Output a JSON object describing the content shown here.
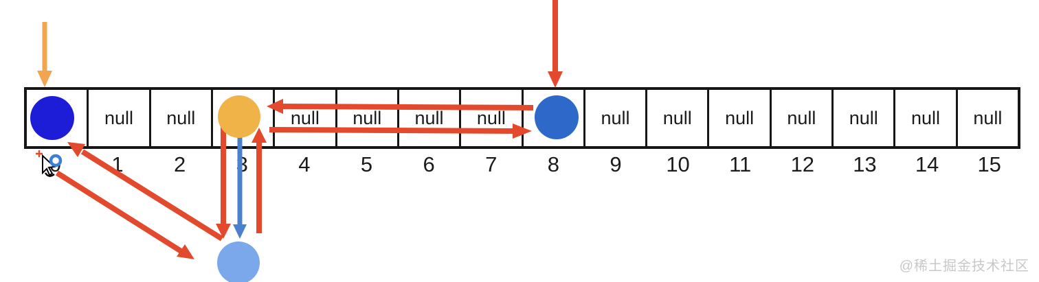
{
  "colors": {
    "red": "#e3492c",
    "orange": "#f2a44f",
    "amber": "#f0b347",
    "deepblue": "#1d1dd8",
    "midblue": "#2e68c8",
    "lightblue": "#7ba7eb",
    "arrowblue": "#4b80cc",
    "ink": "#161616",
    "watermark": "#c8c8c8"
  },
  "array": {
    "cells": [
      {
        "index": "0",
        "value": "",
        "marker": "deep-blue-circle"
      },
      {
        "index": "1",
        "value": "null"
      },
      {
        "index": "2",
        "value": "null"
      },
      {
        "index": "3",
        "value": "",
        "marker": "amber-circle"
      },
      {
        "index": "4",
        "value": "null"
      },
      {
        "index": "5",
        "value": "null"
      },
      {
        "index": "6",
        "value": "null"
      },
      {
        "index": "7",
        "value": "null"
      },
      {
        "index": "8",
        "value": "",
        "marker": "mid-blue-circle"
      },
      {
        "index": "9",
        "value": "null"
      },
      {
        "index": "10",
        "value": "null"
      },
      {
        "index": "11",
        "value": "null"
      },
      {
        "index": "12",
        "value": "null"
      },
      {
        "index": "13",
        "value": "null"
      },
      {
        "index": "14",
        "value": "null"
      },
      {
        "index": "15",
        "value": "null"
      }
    ]
  },
  "watermark": {
    "text": "@稀土掘金技术社区"
  }
}
